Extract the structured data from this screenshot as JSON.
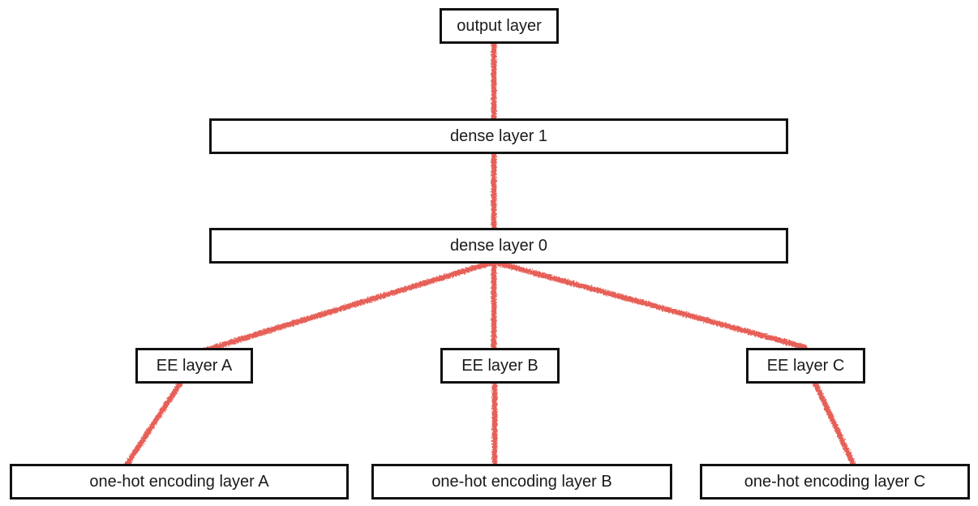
{
  "diagram": {
    "type": "neural-network-architecture",
    "nodes": {
      "output": {
        "label": "output layer"
      },
      "dense1": {
        "label": "dense layer 1"
      },
      "dense0": {
        "label": "dense layer 0"
      },
      "ee_a": {
        "label": "EE layer A"
      },
      "ee_b": {
        "label": "EE layer B"
      },
      "ee_c": {
        "label": "EE layer C"
      },
      "onehot_a": {
        "label": "one-hot encoding layer A"
      },
      "onehot_b": {
        "label": "one-hot encoding layer B"
      },
      "onehot_c": {
        "label": "one-hot encoding layer C"
      }
    },
    "edges": [
      {
        "id": "output-dense1",
        "from": "output",
        "to": "dense1"
      },
      {
        "id": "dense1-dense0",
        "from": "dense1",
        "to": "dense0"
      },
      {
        "id": "dense0-ee-a",
        "from": "dense0",
        "to": "ee_a"
      },
      {
        "id": "dense0-ee-b",
        "from": "dense0",
        "to": "ee_b"
      },
      {
        "id": "dense0-ee-c",
        "from": "dense0",
        "to": "ee_c"
      },
      {
        "id": "ee-a-onehot-a",
        "from": "ee_a",
        "to": "onehot_a"
      },
      {
        "id": "ee-b-onehot-b",
        "from": "ee_b",
        "to": "onehot_b"
      },
      {
        "id": "ee-c-onehot-c",
        "from": "ee_c",
        "to": "onehot_c"
      }
    ],
    "colors": {
      "edge": "#e66059",
      "box_border": "#111111",
      "text": "#1a1a1a",
      "background": "#ffffff"
    }
  }
}
